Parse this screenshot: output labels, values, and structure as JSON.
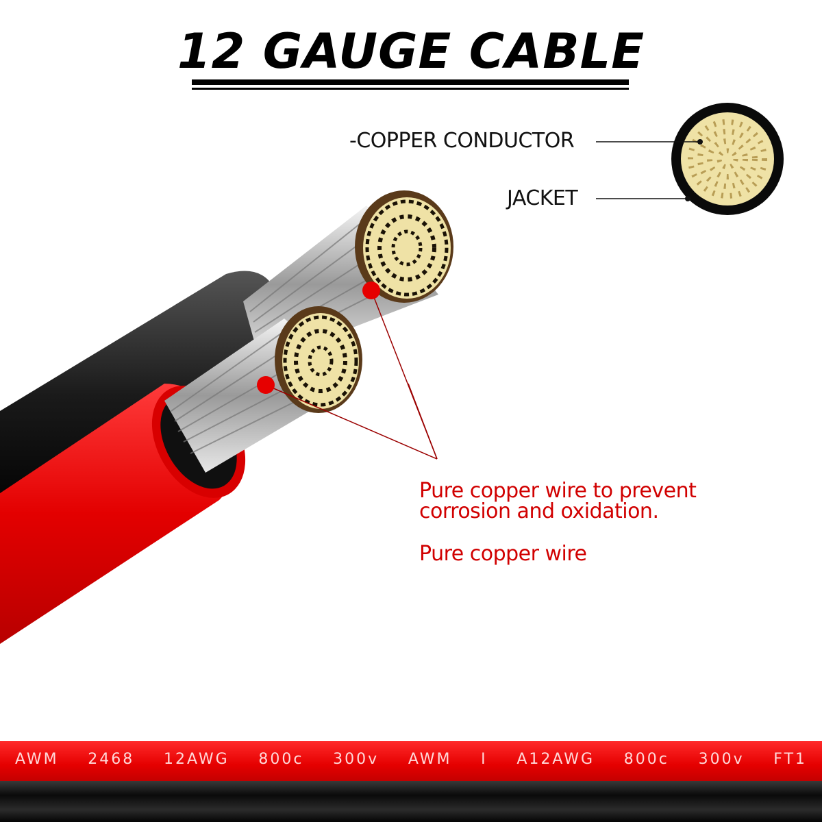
{
  "title": "12 GAUGE CABLE",
  "legend": {
    "conductor_label": "-COPPER CONDUCTOR",
    "jacket_label": "JACKET"
  },
  "callouts": [
    "Pure copper wire to prevent",
    "corrosion and oxidation.",
    "Pure copper wire"
  ],
  "cable_marking": [
    "AWM",
    "2468",
    "12AWG",
    "800c",
    "300v",
    "AWM",
    "I",
    "A12AWG",
    "800c",
    "300v",
    "FT1"
  ],
  "colors": {
    "insulation_red": "#e60000",
    "insulation_black": "#1a1a1a",
    "copper": "#efe2a6",
    "callout_text": "#d10000"
  }
}
